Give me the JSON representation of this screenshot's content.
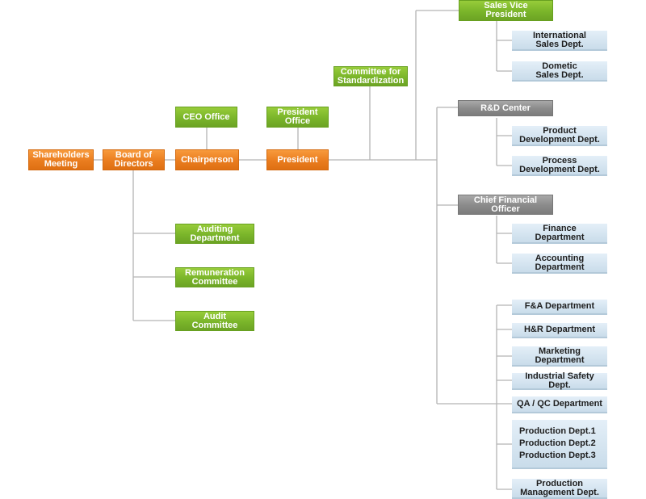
{
  "orange_color": "#ea7d1f",
  "green_color": "#7ab52a",
  "gray_color": "#8a8a8a",
  "blue_color": "#d3e3ef",
  "line_color": "#b4b4b4",
  "nodes": {
    "shareholders": "Shareholders\nMeeting",
    "board": "Board of\nDirectors",
    "chairperson": "Chairperson",
    "president": "President",
    "ceo_office": "CEO Office",
    "president_office": "President\nOffice",
    "committee_std": "Committee for\nStandardization",
    "sales_vp": "Sales Vice\nPresident",
    "intl_sales": "International\nSales Dept.",
    "dom_sales": "Dometic\nSales Dept.",
    "rnd": "R&D Center",
    "product_dev": "Product\nDevelopment Dept.",
    "process_dev": "Process\nDevelopment Dept.",
    "cfo": "Chief Financial\nOfficer",
    "finance": "Finance\nDepartment",
    "accounting": "Accounting\nDepartment",
    "auditing": "Auditing\nDepartment",
    "remuneration": "Remuneration\nCommittee",
    "audit_committee": "Audit\nCommittee",
    "fa": "F&A Department",
    "hr": "H&R Department",
    "marketing": "Marketing\nDepartment",
    "industrial_safety": "Industrial Safety Dept.",
    "qa_qc": "QA / QC Department",
    "production": "Production Dept.1\nProduction Dept.2\nProduction Dept.3",
    "prod_mgmt": "Production\nManagement Dept."
  }
}
